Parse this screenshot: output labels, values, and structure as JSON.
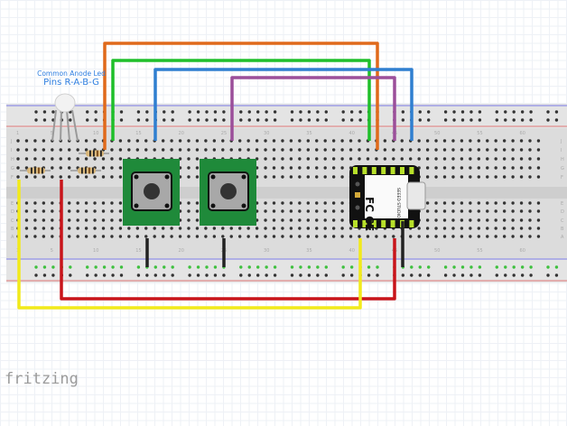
{
  "app": "fritzing",
  "annotation": {
    "line1": "Common Anode Led",
    "line2": "Pins R-A-B-G"
  },
  "breadboard": {
    "row_letters_top": [
      "J",
      "I",
      "H",
      "G",
      "F"
    ],
    "row_letters_bottom": [
      "E",
      "D",
      "C",
      "B",
      "A"
    ],
    "column_labels": [
      "1",
      "5",
      "10",
      "15",
      "20",
      "25",
      "30",
      "35",
      "40",
      "45",
      "50",
      "55",
      "60"
    ]
  },
  "components": {
    "led": "RGB LED (common anode)",
    "resistors": 3,
    "pushbuttons": 2,
    "microcontroller": {
      "brand": "SEEED STUDIO",
      "marks": [
        "FC",
        "CE"
      ]
    }
  },
  "wires": [
    {
      "color": "#e06a1b",
      "name": "orange"
    },
    {
      "color": "#1fbf2a",
      "name": "green"
    },
    {
      "color": "#2f7fd0",
      "name": "blue"
    },
    {
      "color": "#9b4f9a",
      "name": "purple"
    },
    {
      "color": "#c8141a",
      "name": "red"
    },
    {
      "color": "#f2ea1a",
      "name": "yellow"
    },
    {
      "color": "#222222",
      "name": "black"
    }
  ],
  "logo": "fritzing"
}
